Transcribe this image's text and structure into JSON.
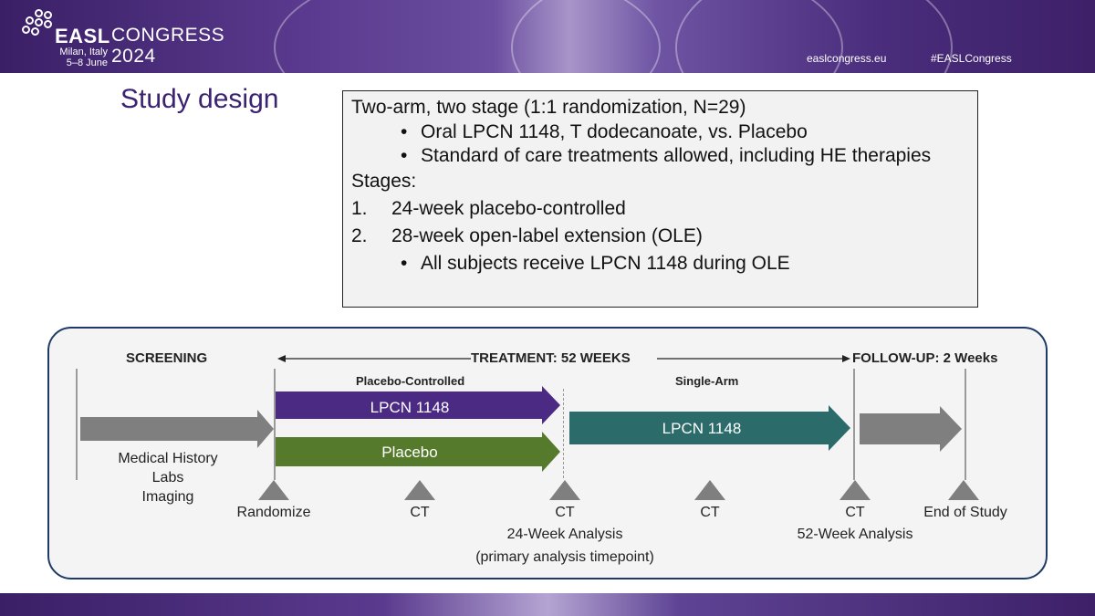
{
  "header": {
    "brand": "EASL",
    "event": "CONGRESS",
    "location": "Milan, Italy",
    "dates": "5–8 June",
    "year": "2024",
    "website": "easlcongress.eu",
    "hashtag": "#EASLCongress"
  },
  "title": "Study design",
  "summary": {
    "intro": "Two-arm, two stage (1:1 randomization, N=29)",
    "intro_bullets": [
      "Oral LPCN 1148, T dodecanoate, vs. Placebo",
      "Standard of care treatments allowed, including HE therapies"
    ],
    "stages_label": "Stages:",
    "stages": [
      {
        "num": "1.",
        "text": "24-week placebo-controlled"
      },
      {
        "num": "2.",
        "text": "28-week open-label extension (OLE)"
      }
    ],
    "stage_bullet": "All subjects receive LPCN 1148 during OLE"
  },
  "timeline": {
    "screening": "SCREENING",
    "treatment": "TREATMENT: 52 WEEKS",
    "follow_up": "FOLLOW-UP: 2 Weeks",
    "placebo_controlled": "Placebo-Controlled",
    "single_arm": "Single-Arm",
    "arm_drug": "LPCN 1148",
    "arm_placebo": "Placebo",
    "ole_drug": "LPCN 1148",
    "screening_items": [
      "Medical History",
      "Labs",
      "Imaging"
    ],
    "milestones": {
      "randomize": "Randomize",
      "ct1": "CT",
      "ct2": "CT",
      "ct3": "CT",
      "ct4": "CT",
      "end": "End of Study"
    },
    "analysis_24": "24-Week Analysis",
    "analysis_24_note": "(primary analysis timepoint)",
    "analysis_52": "52-Week Analysis"
  },
  "colors": {
    "drug_arm": "#4b2a83",
    "placebo_arm": "#557a2b",
    "ole_arm": "#2b6b69",
    "screening_arrow": "#7f7f7f",
    "title": "#3b2272"
  }
}
